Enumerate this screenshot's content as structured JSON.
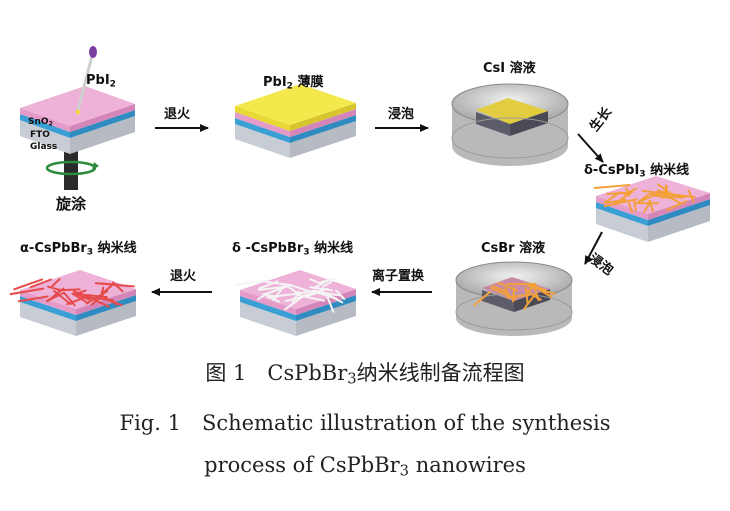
{
  "pbi2_label": "PbI",
  "pbi2_sub": "2",
  "sno2_label": "SnO",
  "sno2_sub": "2",
  "fto_label": "FTO",
  "glass_label": "Glass",
  "spin_label": "旋涂",
  "anneal_label": "退火",
  "pbi2_film_label": "PbI",
  "pbi2_film_sub": "2",
  "pbi2_film_suffix": " 薄膜",
  "soak_label": "浸泡",
  "csi_solution_label": "CsI 溶液",
  "growth_label": "生长",
  "delta_cspbi3_prefix": "δ-CsPbI",
  "delta_cspbi3_sub": "3",
  "delta_cspbi3_suffix": " 纳米线",
  "soak2_label": "浸泡",
  "csbr_solution_label": "CsBr 溶液",
  "ion_exchange_label": "离子置换",
  "delta_cspbbr3_prefix": "δ -CsPbBr",
  "delta_cspbbr3_sub": "3",
  "delta_cspbbr3_suffix": " 纳米线",
  "anneal2_label": "退火",
  "alpha_cspbbr3_prefix": "α-CsPbBr",
  "alpha_cspbbr3_sub": "3",
  "alpha_cspbbr3_suffix": " 纳米线",
  "caption_cn_prefix": "图 1　CsPbBr",
  "caption_cn_sub": "3",
  "caption_cn_suffix": "纳米线制备流程图",
  "caption_en_line1": "Fig. 1　Schematic illustration of the synthesis",
  "caption_en_line2_prefix": "process of CsPbBr",
  "caption_en_line2_sub": "3",
  "caption_en_line2_suffix": " nanowires",
  "colors": {
    "pink": "#e9a3cf",
    "blue": "#3a9fd5",
    "gray": "#cfd3da",
    "yellow": "#f0e44a",
    "orange_wire": "#f2a03a",
    "red_wire": "#e64b4b",
    "white_wire": "#f4f4f4"
  }
}
